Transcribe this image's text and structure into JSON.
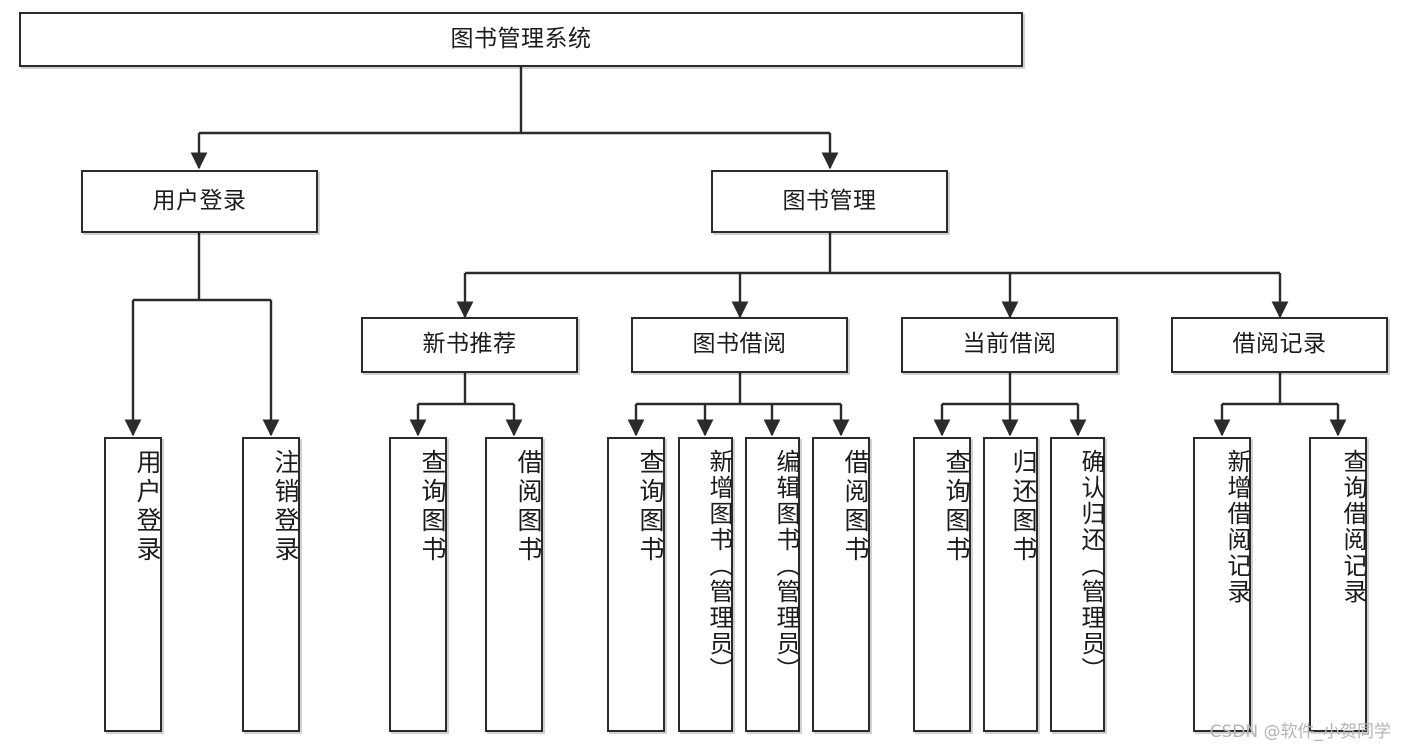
{
  "diagram": {
    "title": "图书管理系统",
    "type": "tree-hierarchy-chart",
    "watermark": "CSDN @软件_小贺同学",
    "colors": {
      "box_border": "#2b2b2b",
      "box_fill": "#ffffff",
      "connector": "#2b2b2b",
      "text": "#1b1b1b",
      "watermark": "#b4b4b4",
      "background": "#ffffff"
    },
    "nodes": {
      "root": {
        "label": "图书管理系统"
      },
      "level2": [
        {
          "id": "user-login",
          "label": "用户登录"
        },
        {
          "id": "book-manage",
          "label": "图书管理"
        }
      ],
      "level3": [
        {
          "id": "new-book-recommend",
          "label": "新书推荐"
        },
        {
          "id": "book-borrow",
          "label": "图书借阅"
        },
        {
          "id": "current-borrow",
          "label": "当前借阅"
        },
        {
          "id": "borrow-record",
          "label": "借阅记录"
        }
      ],
      "leaves": {
        "user-login": [
          {
            "id": "leaf-user-login",
            "label": "用户登录"
          },
          {
            "id": "leaf-logout-login",
            "label": "注销登录"
          }
        ],
        "new-book-recommend": [
          {
            "id": "leaf-query-book-1",
            "label": "查询图书"
          },
          {
            "id": "leaf-borrow-book-1",
            "label": "借阅图书"
          }
        ],
        "book-borrow": [
          {
            "id": "leaf-query-book-2",
            "label": "查询图书"
          },
          {
            "id": "leaf-add-book",
            "label": "新增图书（管理员）"
          },
          {
            "id": "leaf-edit-book",
            "label": "编辑图书（管理员）"
          },
          {
            "id": "leaf-borrow-book-2",
            "label": "借阅图书"
          }
        ],
        "current-borrow": [
          {
            "id": "leaf-query-book-3",
            "label": "查询图书"
          },
          {
            "id": "leaf-return-book",
            "label": "归还图书"
          },
          {
            "id": "leaf-confirm-return",
            "label": "确认归还（管理员）"
          }
        ],
        "borrow-record": [
          {
            "id": "leaf-add-record",
            "label": "新增借阅记录"
          },
          {
            "id": "leaf-query-record",
            "label": "查询借阅记录"
          }
        ]
      }
    }
  }
}
